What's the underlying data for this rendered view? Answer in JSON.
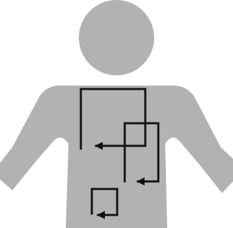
{
  "figure": {
    "icon": "human-torso-silhouette-icon",
    "colors": {
      "background": "#ffffff",
      "silhouette": "#b2b2b2",
      "path_stroke": "#111111"
    },
    "paths": [
      {
        "name": "large-rectangular-path",
        "arrow_direction": "left"
      },
      {
        "name": "middle-rectangular-path",
        "arrow_direction": "left"
      },
      {
        "name": "small-rectangular-path",
        "arrow_direction": "left"
      }
    ]
  }
}
